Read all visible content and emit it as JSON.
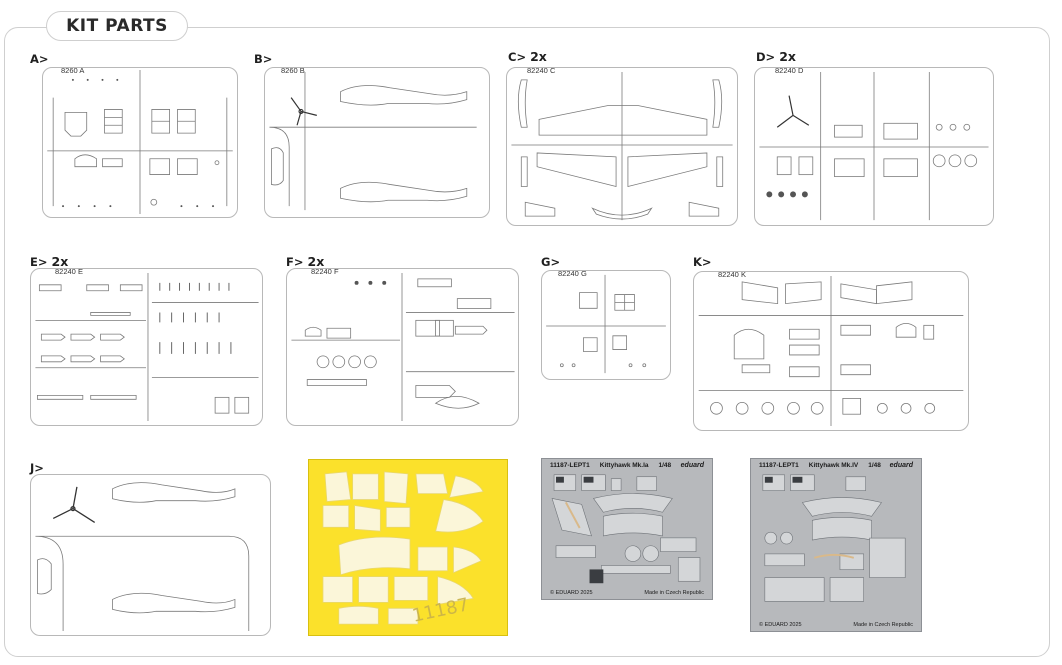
{
  "section_title": "KIT PARTS",
  "sprues": [
    {
      "letter": "A>",
      "multiplier": "",
      "code": "8260 A"
    },
    {
      "letter": "B>",
      "multiplier": "",
      "code": "8260 B"
    },
    {
      "letter": "C>",
      "multiplier": "2x",
      "code": "82240 C"
    },
    {
      "letter": "D>",
      "multiplier": "2x",
      "code": "82240 D"
    },
    {
      "letter": "E>",
      "multiplier": "2x",
      "code": "82240 E"
    },
    {
      "letter": "F>",
      "multiplier": "2x",
      "code": "82240 F"
    },
    {
      "letter": "G>",
      "multiplier": "",
      "code": "82240 G"
    },
    {
      "letter": "K>",
      "multiplier": "",
      "code": "82240 K"
    },
    {
      "letter": "J>",
      "multiplier": "",
      "code": ""
    }
  ],
  "mask": {
    "number": "11187"
  },
  "photo_etch": [
    {
      "id": "11187-LEPT1",
      "name": "Kittyhawk Mk.Ia",
      "scale": "1/48",
      "brand": "eduard",
      "copyright": "© EDUARD 2025",
      "origin": "Made in Czech Republic"
    },
    {
      "id": "11187-LEPT1",
      "name": "Kittyhawk Mk.IV",
      "scale": "1/48",
      "brand": "eduard",
      "copyright": "© EDUARD 2025",
      "origin": "Made in Czech Republic"
    }
  ],
  "colors": {
    "mask_yellow": "#fbe12b",
    "pe_grey": "#b7b9bc",
    "line": "#6e6e6e"
  }
}
